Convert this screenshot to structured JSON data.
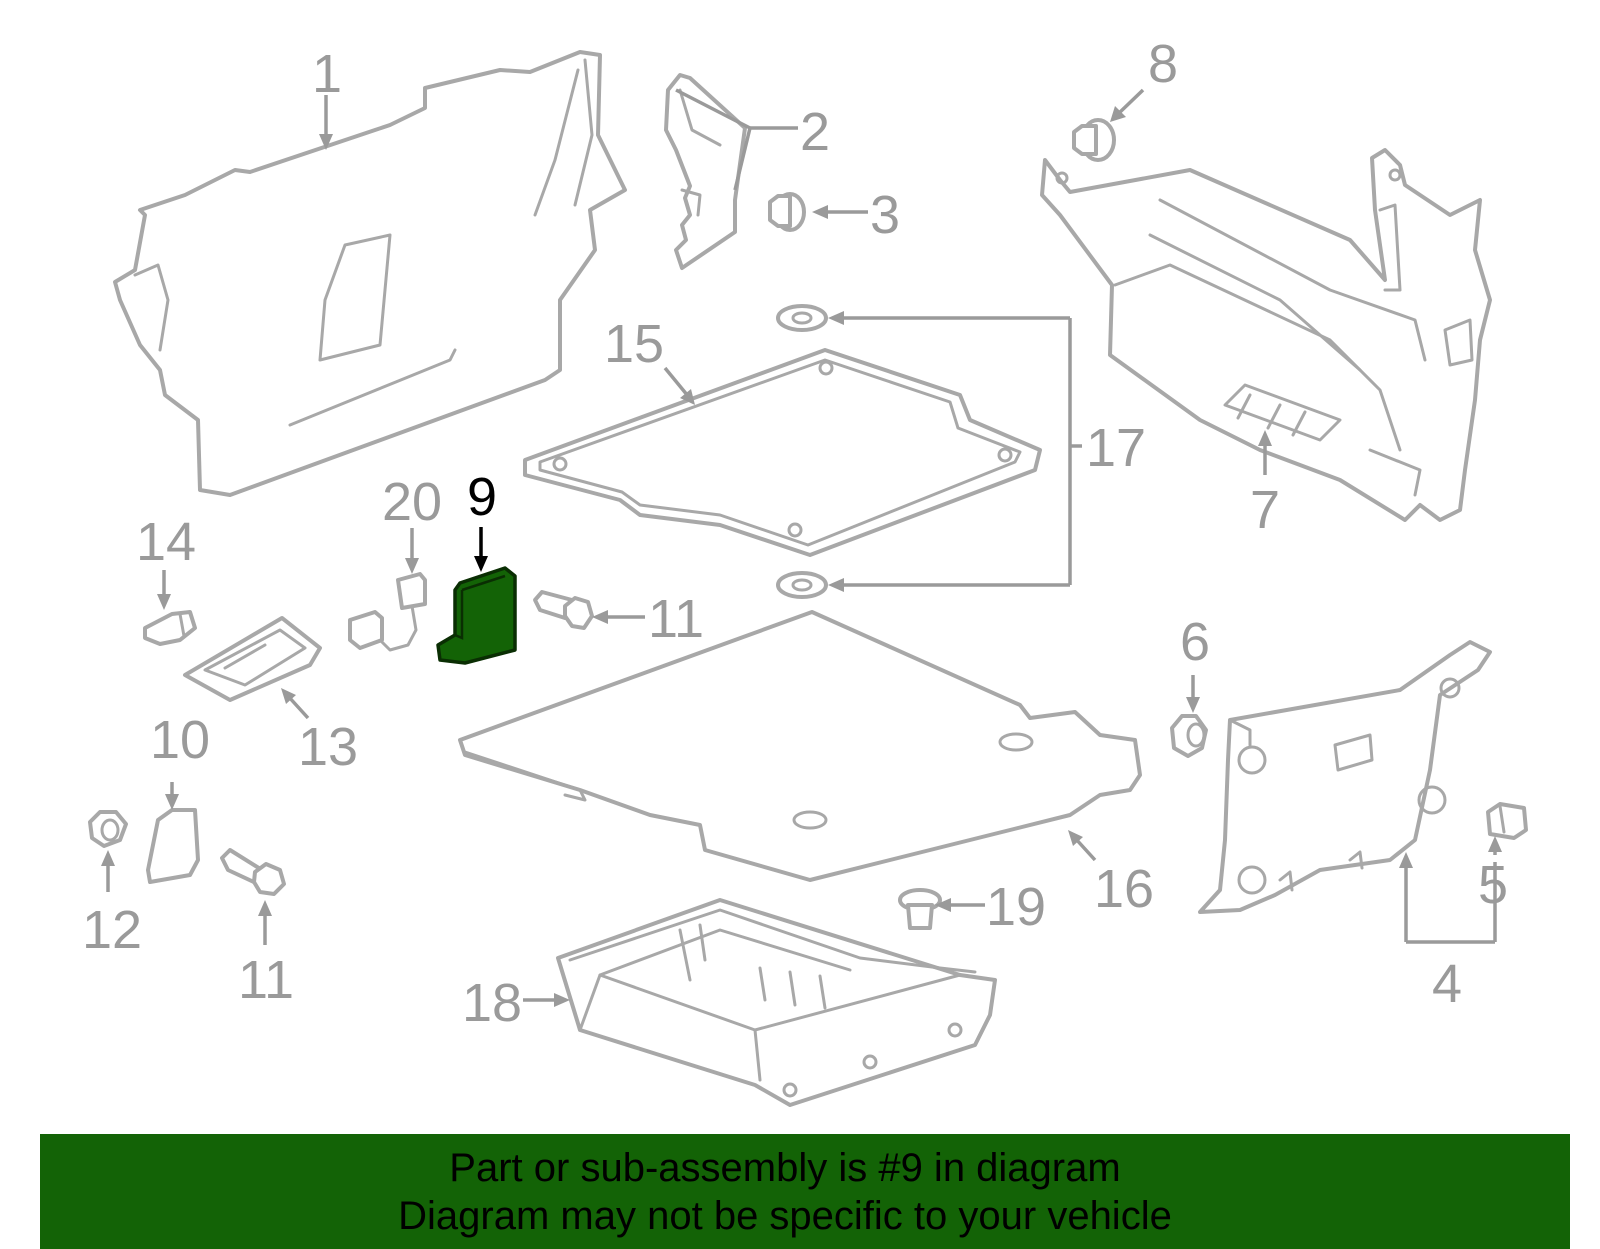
{
  "diagram": {
    "highlight_color": "#136306",
    "highlighted_part": "9",
    "callouts": [
      {
        "id": "c1",
        "label": "1"
      },
      {
        "id": "c2",
        "label": "2"
      },
      {
        "id": "c3",
        "label": "3"
      },
      {
        "id": "c4",
        "label": "4"
      },
      {
        "id": "c5",
        "label": "5"
      },
      {
        "id": "c6",
        "label": "6"
      },
      {
        "id": "c7",
        "label": "7"
      },
      {
        "id": "c8",
        "label": "8"
      },
      {
        "id": "c9",
        "label": "9"
      },
      {
        "id": "c10",
        "label": "10"
      },
      {
        "id": "c11a",
        "label": "11"
      },
      {
        "id": "c11b",
        "label": "11"
      },
      {
        "id": "c12",
        "label": "12"
      },
      {
        "id": "c13",
        "label": "13"
      },
      {
        "id": "c14",
        "label": "14"
      },
      {
        "id": "c15",
        "label": "15"
      },
      {
        "id": "c16",
        "label": "16"
      },
      {
        "id": "c17",
        "label": "17"
      },
      {
        "id": "c18",
        "label": "18"
      },
      {
        "id": "c19",
        "label": "19"
      },
      {
        "id": "c20",
        "label": "20"
      }
    ]
  },
  "banner": {
    "line1": "Part or sub-assembly is #9 in diagram",
    "line2": "Diagram may not be specific to your vehicle"
  }
}
